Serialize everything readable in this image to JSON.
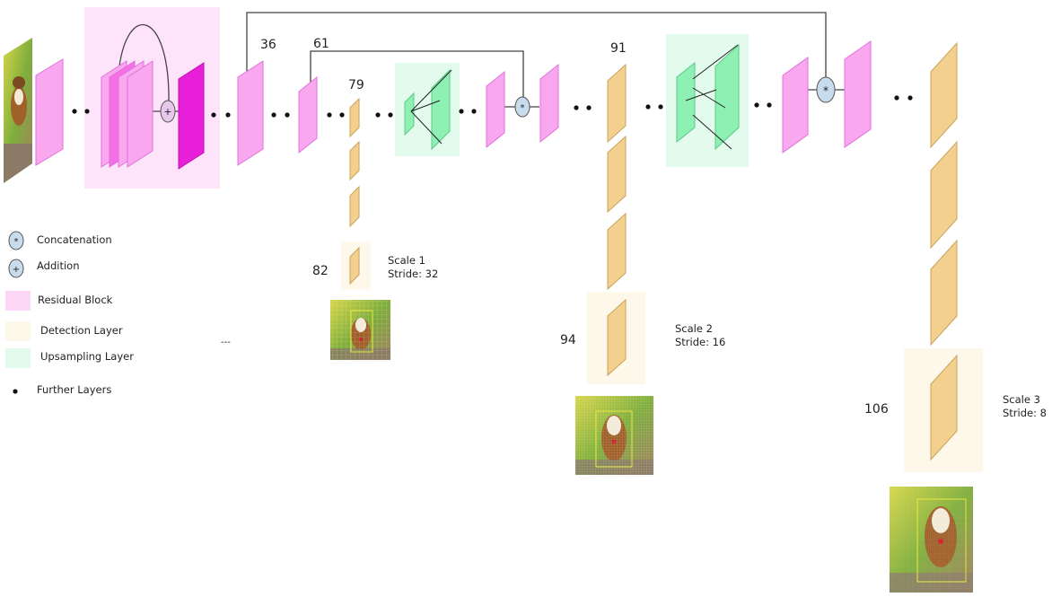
{
  "layer_numbers": {
    "n36": "36",
    "n61": "61",
    "n79": "79",
    "n82": "82",
    "n91": "91",
    "n94": "94",
    "n106": "106"
  },
  "scales": [
    {
      "scale": "Scale 1",
      "stride": "Stride: 32"
    },
    {
      "scale": "Scale 2",
      "stride": "Stride: 16"
    },
    {
      "scale": "Scale 3",
      "stride": "Stride: 8"
    }
  ],
  "legend": {
    "concatenation": "Concatenation",
    "addition": "Addition",
    "residual_block": "Residual Block",
    "detection_layer": "Detection Layer",
    "upsampling_layer": "Upsampling Layer",
    "further_layers": "Further Layers",
    "concat_symbol": "*",
    "add_symbol": "+"
  },
  "ellipsis_text": "---",
  "colors": {
    "residual": "#f9a8f0",
    "residual_edge": "#e070d8",
    "residual_dark": "#e81fd8",
    "residual_bg": "#fde4fa",
    "detection": "#f4d08f",
    "detection_edge": "#c9a35c",
    "detection_bg": "#fdf8ea",
    "upsampling": "#8ff0b4",
    "upsampling_bg": "#e3fbec",
    "node": "#c9dcee",
    "line": "#444444"
  },
  "icons": {
    "input_image": "beagle-photo",
    "output_images": [
      "beagle-grid-13",
      "beagle-grid-26",
      "beagle-grid-52"
    ]
  }
}
